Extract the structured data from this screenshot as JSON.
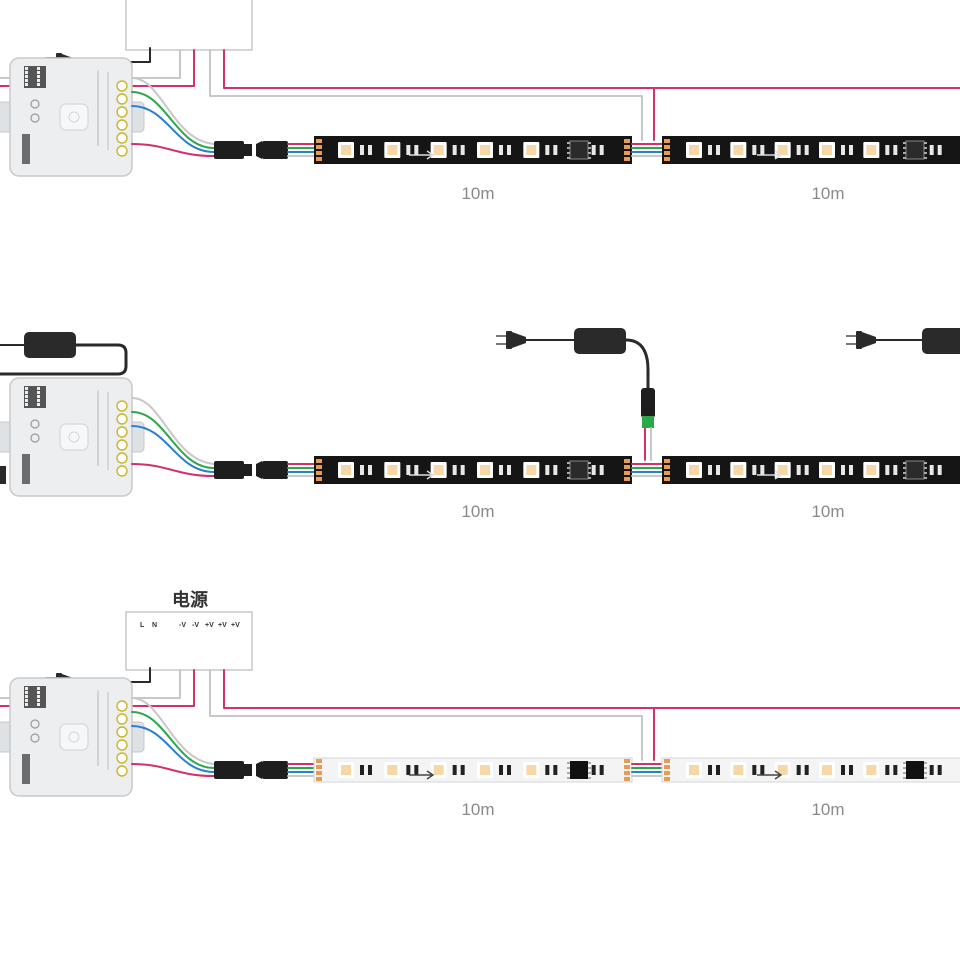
{
  "colors": {
    "wire_red": "#d4306a",
    "wire_gray": "#c8c8c8",
    "wire_green": "#2aa84a",
    "wire_blue": "#2b7fd1",
    "strip_dark": "#151515",
    "strip_white": "#f4f4f4",
    "led_warm": "#f6d7a6",
    "controller": "#eceeef"
  },
  "diagrams": [
    {
      "power": "shared-psu",
      "strip": "black-pcb",
      "segments": [
        {
          "length_label": "10m"
        },
        {
          "length_label": "10m"
        }
      ]
    },
    {
      "power": "adapters",
      "strip": "black-pcb",
      "segments": [
        {
          "length_label": "10m"
        },
        {
          "length_label": "10m"
        }
      ]
    },
    {
      "power": "shared-psu",
      "strip": "white-pcb",
      "psu_title": "电源",
      "psu_terminals": [
        "L",
        "N",
        "-V",
        "-V",
        "+V",
        "+V",
        "+V"
      ],
      "segments": [
        {
          "length_label": "10m"
        },
        {
          "length_label": "10m"
        }
      ]
    }
  ],
  "icons": [
    "plug-icon",
    "power-adapter-icon",
    "controller-box",
    "jst-connector-icon",
    "dc-barrel-connector-icon"
  ]
}
